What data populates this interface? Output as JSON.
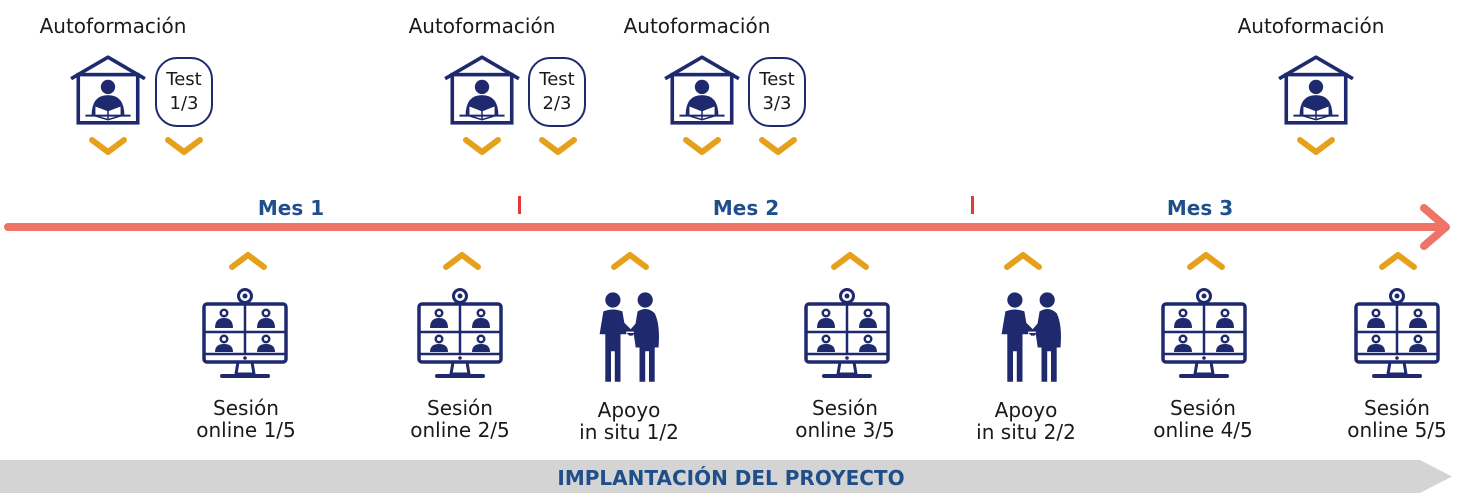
{
  "top": {
    "autoformacion_label": "Autoformación",
    "tests": [
      {
        "line1": "Test",
        "line2": "1/3"
      },
      {
        "line1": "Test",
        "line2": "2/3"
      },
      {
        "line1": "Test",
        "line2": "3/3"
      }
    ]
  },
  "timeline": {
    "months": [
      "Mes 1",
      "Mes 2",
      "Mes 3"
    ],
    "arrow_color": "#ee7468",
    "divider_color": "#e03a3a"
  },
  "bottom": {
    "items": [
      {
        "type": "online",
        "line1": "Sesión",
        "line2": "online 1/5"
      },
      {
        "type": "online",
        "line1": "Sesión",
        "line2": "online 2/5"
      },
      {
        "type": "insitu",
        "line1": "Apoyo",
        "line2": "in situ 1/2"
      },
      {
        "type": "online",
        "line1": "Sesión",
        "line2": "online 3/5"
      },
      {
        "type": "insitu",
        "line1": "Apoyo",
        "line2": "in situ 2/2"
      },
      {
        "type": "online",
        "line1": "Sesión",
        "line2": "online 4/5"
      },
      {
        "type": "online",
        "line1": "Sesión",
        "line2": "online 5/5"
      }
    ]
  },
  "footer": {
    "project_label": "IMPLANTACIÓN DEL PROYECTO"
  },
  "colors": {
    "icon_navy": "#1f2a6e",
    "chevron_gold": "#e5a11c",
    "month_blue": "#1f4f8a",
    "footer_gray": "#d4d4d4"
  },
  "icons": {
    "home_study": "house-reading-person-icon",
    "video_call": "video-conference-monitor-icon",
    "handshake": "handshake-people-icon",
    "chevron": "chevron-icon"
  }
}
